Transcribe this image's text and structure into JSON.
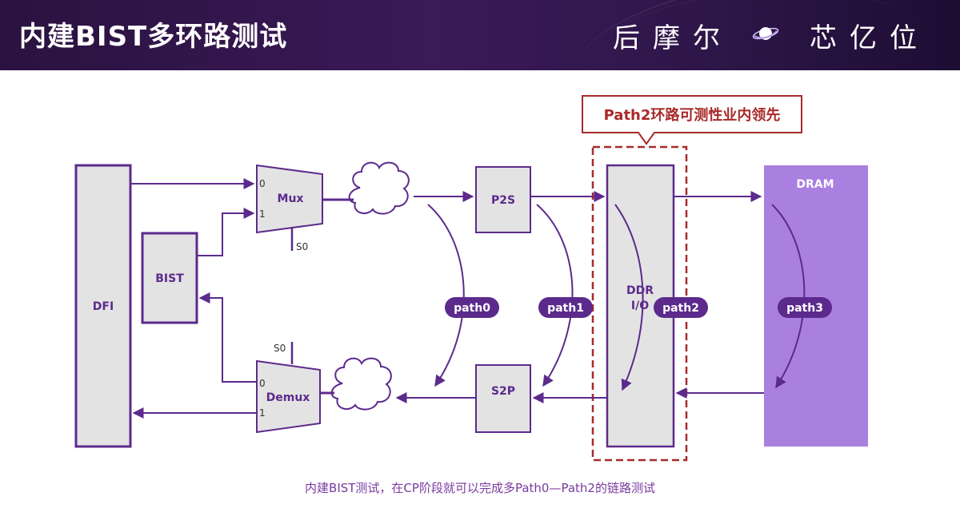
{
  "header": {
    "title": "内建BIST多环路测试",
    "brand_left": "后摩尔",
    "brand_right": "芯亿位"
  },
  "diagram": {
    "callout": "Path2环路可测性业内领先",
    "blocks": {
      "dfi": "DFI",
      "bist": "BIST",
      "mux": "Mux",
      "demux": "Demux",
      "p2s": "P2S",
      "s2p": "S2P",
      "ddr_io_line1": "DDR",
      "ddr_io_line2": "I/O",
      "dram": "DRAM"
    },
    "pins": {
      "mux_in0": "0",
      "mux_in1": "1",
      "mux_sel": "S0",
      "demux_out0": "0",
      "demux_out1": "1",
      "demux_sel": "S0"
    },
    "paths": [
      "path0",
      "path1",
      "path2",
      "path3"
    ]
  },
  "caption": "内建BIST测试，在CP阶段就可以完成多Path0—Path2的链路测试",
  "colors": {
    "header_bg": "#2d1648",
    "block_fill": "#e3e3e3",
    "block_border": "#5c2a8c",
    "dram_fill": "#a97fe0",
    "path_pill": "#5c2a8c",
    "callout_red": "#a82a2a"
  }
}
